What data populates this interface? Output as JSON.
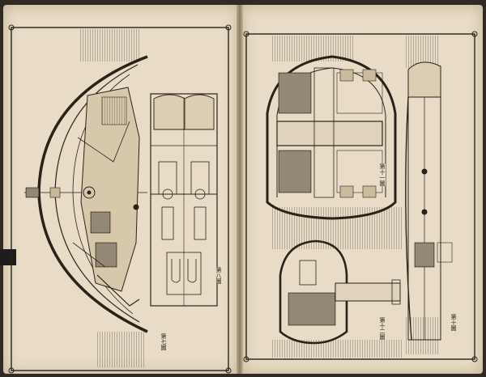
{
  "spread": {
    "left_page": {
      "figures": [
        {
          "label": "第八圖"
        },
        {
          "label": "第七圖"
        }
      ]
    },
    "right_page": {
      "figures": [
        {
          "label": "第十一圖"
        },
        {
          "label": "第十二圖"
        },
        {
          "label": "第十圖"
        }
      ]
    }
  },
  "colors": {
    "paper": "#e8dcc6",
    "ink": "#2a2218",
    "shadow": "#8d7d63"
  }
}
